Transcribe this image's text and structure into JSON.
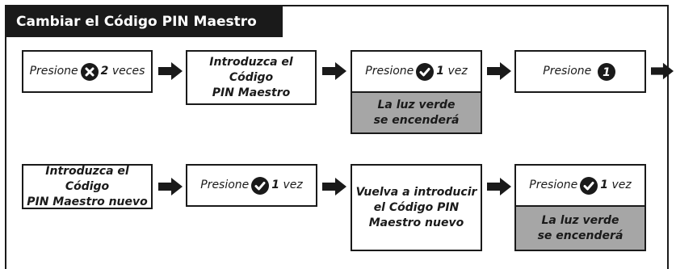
{
  "title": "Cambiar el Código PIN Maestro",
  "colors": {
    "ink": "#1a1a1a",
    "note_fill": "#a6a6a6",
    "paper": "#ffffff"
  },
  "row1": {
    "step1": {
      "prefix": "Presione",
      "icon": "x-circle-icon",
      "count": "2",
      "suffix": "veces"
    },
    "step2": {
      "text": "Introduzca el Código\nPIN Maestro"
    },
    "step3": {
      "prefix": "Presione",
      "icon": "check-circle-icon",
      "count": "1",
      "suffix": "vez",
      "note": "La luz verde\nse encenderá"
    },
    "step4": {
      "prefix": "Presione",
      "icon": "number-one-circle-icon",
      "digit": "1"
    }
  },
  "row2": {
    "step1": {
      "text": "Introduzca el Código\nPIN Maestro nuevo"
    },
    "step2": {
      "prefix": "Presione",
      "icon": "check-circle-icon",
      "count": "1",
      "suffix": "vez"
    },
    "step3": {
      "text": "Vuelva a introducir\nel Código PIN\nMaestro nuevo"
    },
    "step4": {
      "prefix": "Presione",
      "icon": "check-circle-icon",
      "count": "1",
      "suffix": "vez",
      "note": "La luz verde\nse encenderá"
    }
  }
}
